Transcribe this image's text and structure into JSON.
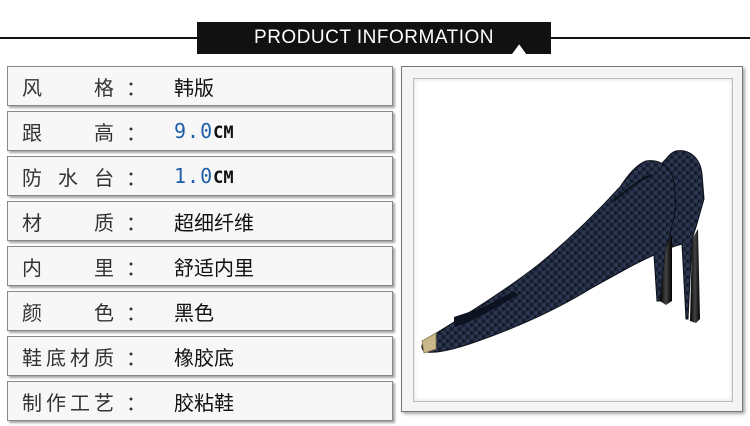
{
  "header": {
    "title": "PRODUCT INFORMATION"
  },
  "specs": [
    {
      "label": "风格",
      "value": "韩版"
    },
    {
      "label": "跟高",
      "value_num": "9.0",
      "value_unit": "CM"
    },
    {
      "label": "防水台",
      "value_num": "1.0",
      "value_unit": "CM"
    },
    {
      "label": "材质",
      "value": "超细纤维"
    },
    {
      "label": "内里",
      "value": "舒适内里"
    },
    {
      "label": "颜色",
      "value": "黑色"
    },
    {
      "label": "鞋底材质",
      "value": "橡胶底"
    },
    {
      "label": "制作工艺",
      "value": "胶粘鞋"
    }
  ],
  "colors": {
    "banner": "#111111",
    "number_accent": "#1f5fa8",
    "shoe": "#1a2233"
  }
}
